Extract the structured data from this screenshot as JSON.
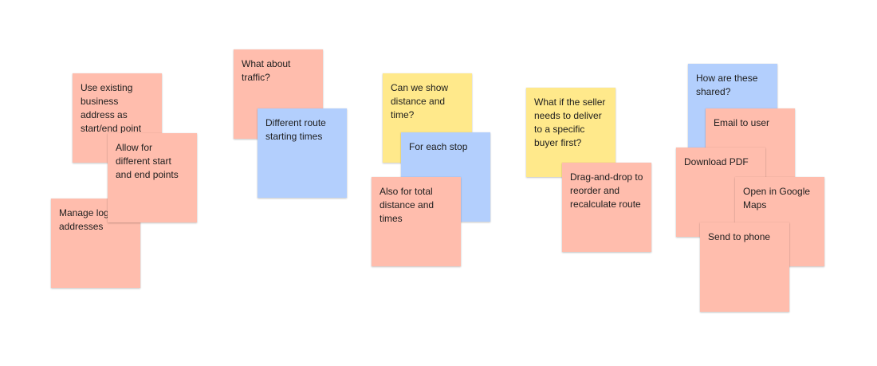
{
  "colors": {
    "salmon": "#ffbdad",
    "blue": "#b3cffd",
    "yellow": "#ffe98b"
  },
  "notes": [
    {
      "text": "Use existing business address as start/end point",
      "color": "salmon"
    },
    {
      "text": "Allow for different start and end points",
      "color": "salmon"
    },
    {
      "text": "Manage logistics addresses",
      "color": "salmon"
    },
    {
      "text": "What about traffic?",
      "color": "salmon"
    },
    {
      "text": "Different route starting times",
      "color": "blue"
    },
    {
      "text": "Can we show distance and time?",
      "color": "yellow"
    },
    {
      "text": "For each stop",
      "color": "blue"
    },
    {
      "text": "Also for total distance and times",
      "color": "salmon"
    },
    {
      "text": "What if the seller needs to deliver to a specific buyer first?",
      "color": "yellow"
    },
    {
      "text": "Drag-and-drop to reorder and recalculate route",
      "color": "salmon"
    },
    {
      "text": "How are these shared?",
      "color": "blue"
    },
    {
      "text": "Email to user",
      "color": "salmon"
    },
    {
      "text": "Download PDF",
      "color": "salmon"
    },
    {
      "text": "Open in Google Maps",
      "color": "salmon"
    },
    {
      "text": "Send to phone",
      "color": "salmon"
    }
  ]
}
